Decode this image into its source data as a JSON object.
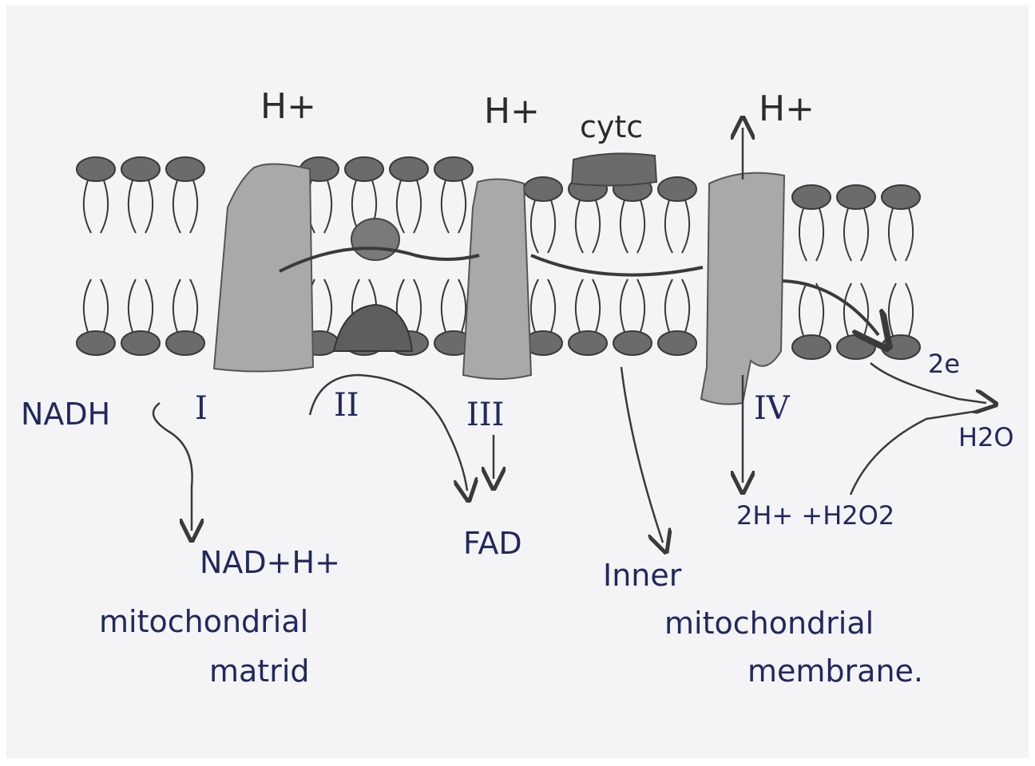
{
  "diagram": {
    "membrane_labels": {
      "h_plus_1": "H+",
      "h_plus_2": "H+",
      "cytc": "cytc",
      "h_plus_3": "H+"
    },
    "complexes": {
      "c1": "I",
      "c2": "II",
      "c3": "III",
      "c4": "IV"
    },
    "matrix_labels": {
      "nadh": "NADH",
      "nad_h": "NAD+H+",
      "fad": "FAD",
      "reaction": "2H+ +H2O2",
      "two_e": "2e",
      "water": "H2O"
    },
    "captions": {
      "matrix_line1": "mitochondrial",
      "matrix_line2": "matrid",
      "membrane_line1": "Inner",
      "membrane_line2": "mitochondrial",
      "membrane_line3": "membrane."
    }
  },
  "colors": {
    "paper": "#f4f4f6",
    "pencil": "#3a3a3a",
    "pencil_fill": "#6b6b6b",
    "protein_fill": "#a9a9a9",
    "ink": "#22285e"
  }
}
